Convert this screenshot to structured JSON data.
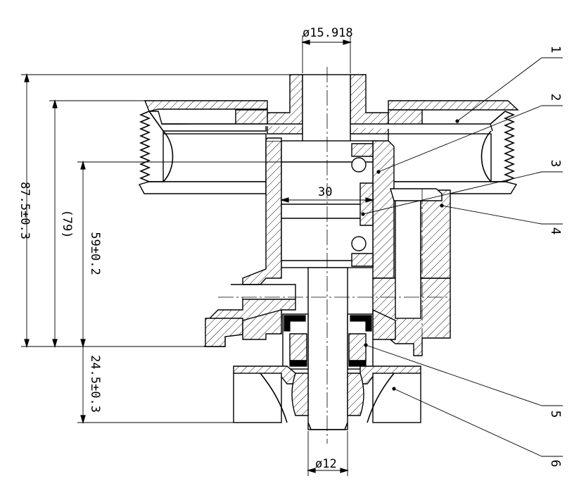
{
  "dimensions": {
    "shaft_diameter_top": "ø15.918",
    "shaft_diameter_bottom": "ø12",
    "overall_height": "87.5±0.3",
    "pulley_height": "(79)",
    "bearing_height": "59±0.2",
    "impeller_height": "24.5±0.3",
    "bearing_offset": "30"
  },
  "callouts": {
    "c1": "1",
    "c2": "2",
    "c3": "3",
    "c4": "4",
    "c5": "5",
    "c6": "6"
  }
}
